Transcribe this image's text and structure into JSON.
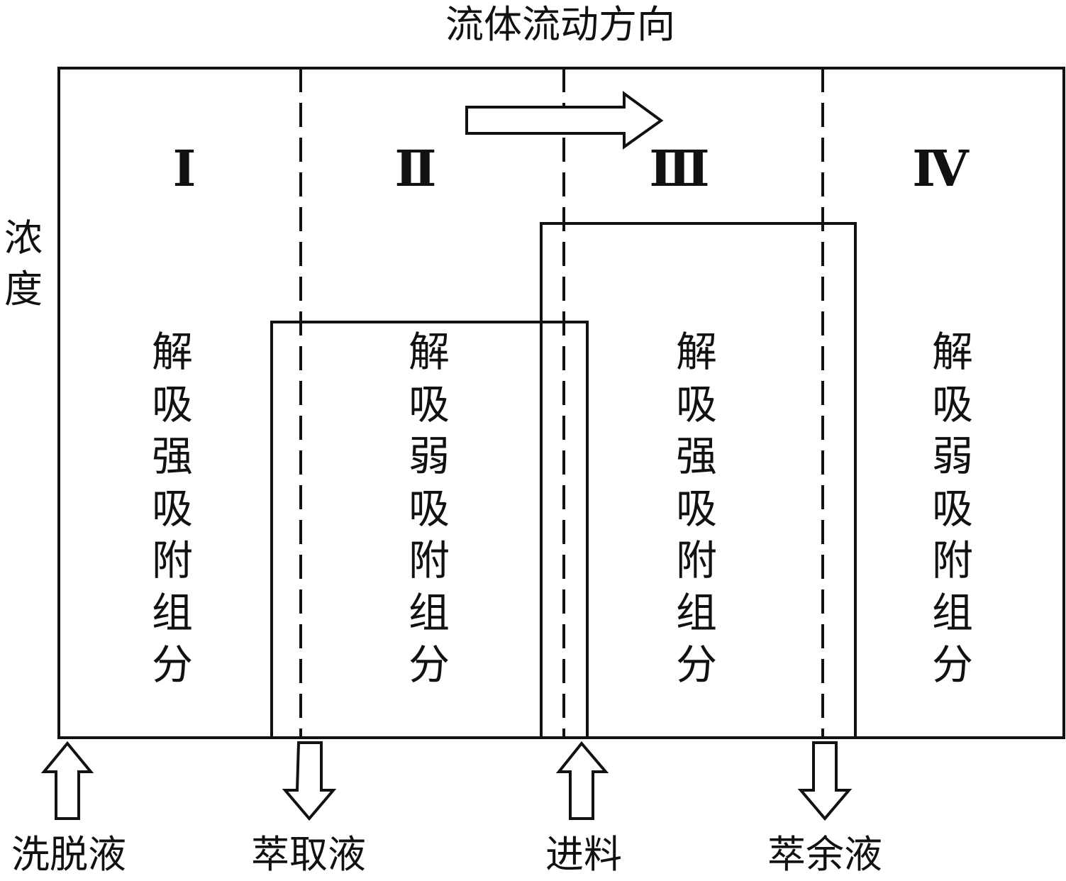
{
  "diagram": {
    "title": "流体流动方向",
    "y_axis_label": "浓度",
    "zones": [
      {
        "id": "I",
        "label": "Ⅰ"
      },
      {
        "id": "II",
        "label": "Ⅱ"
      },
      {
        "id": "III",
        "label": "Ⅲ"
      },
      {
        "id": "IV",
        "label": "Ⅳ"
      }
    ],
    "zone_texts": [
      {
        "zone": "I",
        "chars": [
          "解",
          "吸",
          "强",
          "吸",
          "附",
          "组",
          "分"
        ],
        "text": "解吸强吸附组分"
      },
      {
        "zone": "II",
        "chars": [
          "解",
          "吸",
          "弱",
          "吸",
          "附",
          "组",
          "分"
        ],
        "text": "解吸弱吸附组分"
      },
      {
        "zone": "III",
        "chars": [
          "解",
          "吸",
          "强",
          "吸",
          "附",
          "组",
          "分"
        ],
        "text": "解吸强吸附组分"
      },
      {
        "zone": "IV",
        "chars": [
          "解",
          "吸",
          "弱",
          "吸",
          "附",
          "组",
          "分"
        ],
        "text": "解吸弱吸附组分"
      }
    ],
    "ports": [
      {
        "name": "eluent",
        "label": "洗脱液",
        "direction": "in"
      },
      {
        "name": "extract",
        "label": "萃取液",
        "direction": "out"
      },
      {
        "name": "feed",
        "label": "进料",
        "direction": "in"
      },
      {
        "name": "raffinate",
        "label": "萃余液",
        "direction": "out"
      }
    ],
    "flow_arrow": {
      "direction": "right"
    },
    "colors": {
      "stroke": "#111111",
      "background": "#ffffff"
    }
  }
}
